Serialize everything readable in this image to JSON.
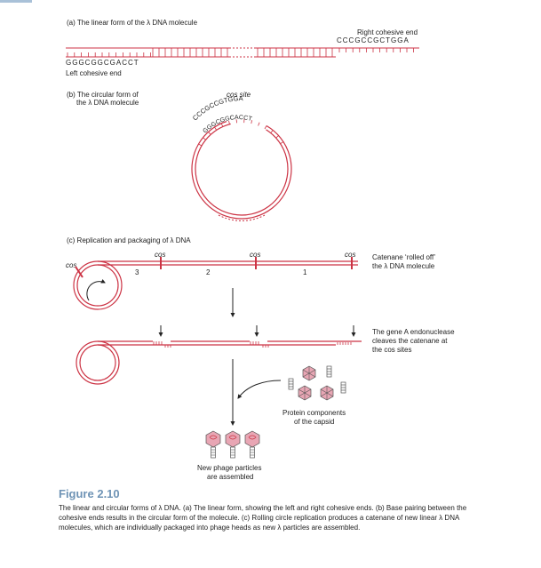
{
  "panel_a": {
    "heading": "(a) The linear form of the λ DNA molecule",
    "right_end_label": "Right cohesive end",
    "right_seq": "CCCGCCGCTGGA",
    "left_seq": "GGGCGGCGACCT",
    "left_end_label": "Left cohesive end"
  },
  "panel_b": {
    "heading_line1": "(b) The circular form of",
    "heading_line2": "the λ DNA molecule",
    "cos_label": "cos site",
    "outer_seq": "CCCGCCGTGGA",
    "inner_seq": "GGGCGGCACCT"
  },
  "panel_c": {
    "heading": "(c) Replication and packaging of λ DNA",
    "cos_labels": [
      "cos",
      "cos",
      "cos",
      "cos"
    ],
    "segment_numbers": [
      "3",
      "2",
      "1"
    ],
    "catenane_line1": "Catenane ‘rolled off’",
    "catenane_line2": "the λ DNA molecule",
    "endonuclease_line1": "The gene A endonuclease",
    "endonuclease_line2": "cleaves the catenane at",
    "endonuclease_line3": "the cos sites",
    "protein_line1": "Protein components",
    "protein_line2": "of the capsid",
    "phage_line1": "New phage particles",
    "phage_line2": "are assembled"
  },
  "figure": {
    "title": "Figure 2.10",
    "caption": "The linear and circular forms of λ DNA. (a) The linear form, showing the left and right cohesive ends. (b) Base pairing between the cohesive ends results in the circular form of the molecule. (c) Rolling circle replication produces a catenane of new linear λ DNA molecules, which are individually packaged into phage heads as new λ particles are assembled."
  },
  "colors": {
    "dna_red": "#cc3344",
    "figure_blue": "#6e93b5",
    "capsid_pink": "#e8a6b4"
  }
}
